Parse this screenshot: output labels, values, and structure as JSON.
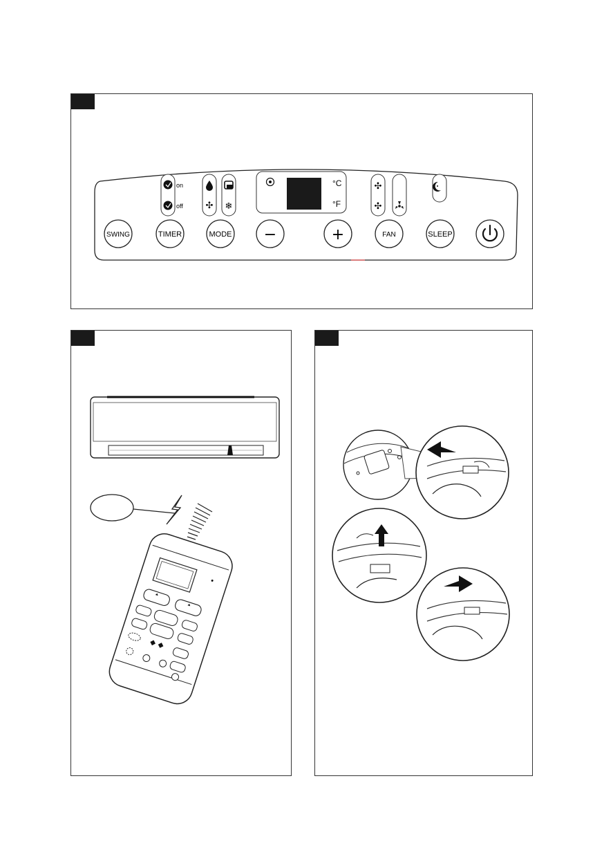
{
  "control_panel": {
    "buttons": {
      "swing": "SWING",
      "timer": "TIMER",
      "mode": "MODE",
      "minus": "−",
      "plus": "+",
      "fan": "FAN",
      "sleep": "SLEEP"
    },
    "timer_on": "on",
    "timer_off": "off",
    "unit_c": "°C",
    "unit_f": "°F"
  },
  "icons": {
    "timer": "clock-icon",
    "dry": "droplet-icon",
    "fan": "fan-icon",
    "heat": "heat-icon",
    "cool": "snowflake-icon",
    "sleep": "moon-icon",
    "power": "power-icon"
  }
}
